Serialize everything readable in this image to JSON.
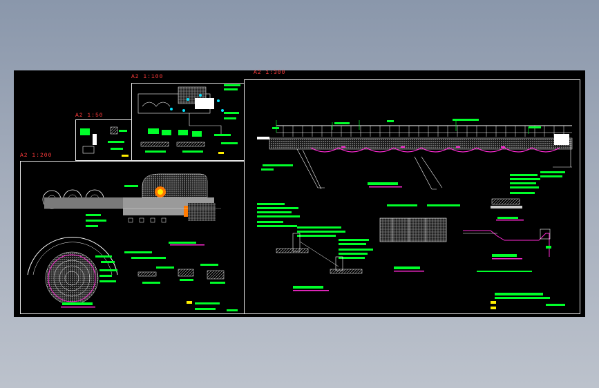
{
  "drawing": {
    "scale_labels": {
      "sheet_1_300": "A2 1:300",
      "sheet_1_100": "A2 1:100",
      "sheet_1_50": "A2 1:50",
      "sheet_1_200": "A2 1:200"
    },
    "colors": {
      "background": "#000000",
      "frame": "#e8e8e8",
      "annotation": "#00ff2a",
      "highlight": "#ffee00",
      "accent": "#ff2ad4",
      "cyan": "#00e5ff",
      "scale_text": "#ff3b3b",
      "orange": "#ff7a00"
    }
  }
}
